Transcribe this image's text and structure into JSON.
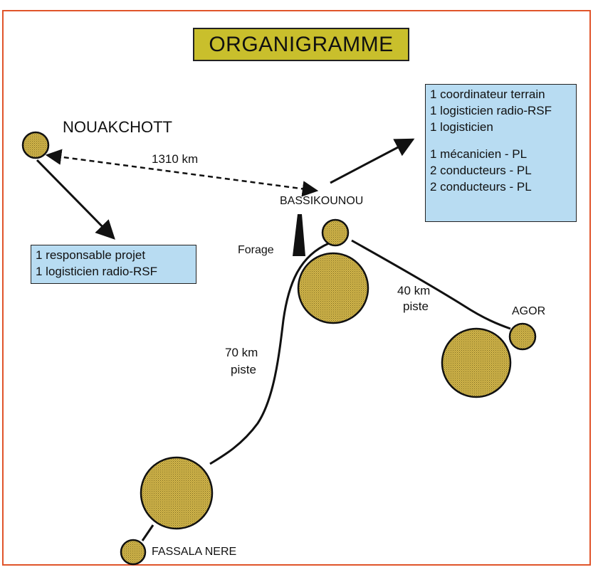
{
  "title": "ORGANIGRAMME",
  "colors": {
    "border": "#e0542a",
    "title_bg": "#c9bf2c",
    "box_bg": "#b8dcf2",
    "circle_fill": "#c9ad3c"
  },
  "places": {
    "nouakchott": "NOUAKCHOTT",
    "bassikounou": "BASSIKOUNOU",
    "agor": "AGOR",
    "fassala_nere": "FASSALA NERE",
    "forage": "Forage"
  },
  "distances": {
    "nouakchott_bassikounou": "1310 km",
    "bassikounou_agor": {
      "km": "40 km",
      "type": "piste"
    },
    "bassikounou_fassala": {
      "km": "70 km",
      "type": "piste"
    }
  },
  "nouakchott_staff": [
    "1 responsable projet",
    "1 logisticien radio-RSF"
  ],
  "bassikounou_staff": [
    "1 coordinateur terrain",
    "1 logisticien radio-RSF",
    "1 logisticien",
    "",
    "1 mécanicien - PL",
    "2 conducteurs - PL",
    "2 conducteurs - PL"
  ]
}
